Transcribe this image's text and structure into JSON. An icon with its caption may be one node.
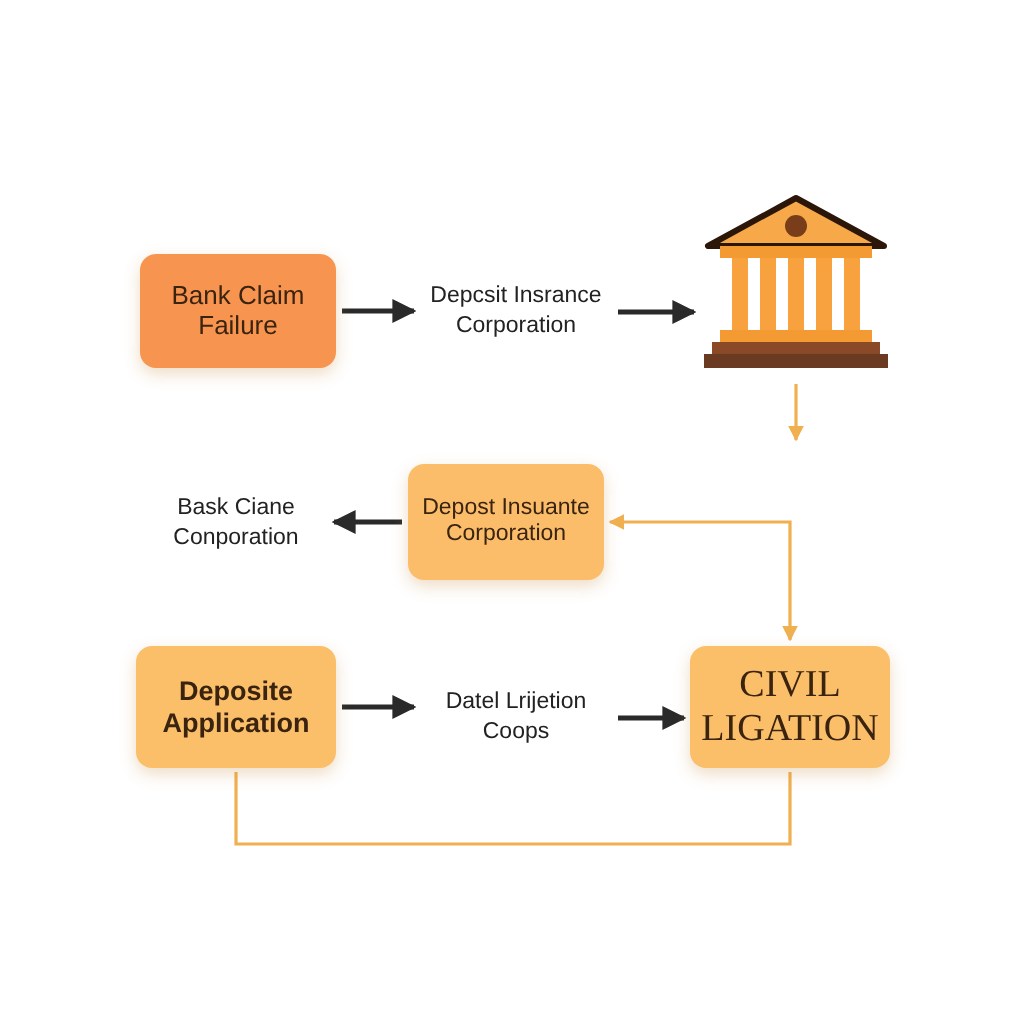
{
  "diagram": {
    "nodes": [
      {
        "text": [
          "Bank Claim Failure"
        ]
      },
      {
        "text": [
          "Depcsit Insrance Corporation"
        ]
      },
      {
        "text": [],
        "shape": "picture"
      },
      {
        "text": [
          "Bask Ciane Conporation"
        ]
      },
      {
        "text": [
          "Depost Insuante Corporation"
        ]
      },
      {
        "text": [
          "Deposite Application"
        ]
      },
      {
        "text": [
          "Datel Lrijetion Coops"
        ]
      },
      {
        "text": [
          "CIVIL LIGATION"
        ]
      }
    ],
    "edges": [
      {
        "from": 0,
        "to": 1,
        "arrow": "to"
      },
      {
        "from": 1,
        "to": 2,
        "arrow": "to"
      },
      {
        "from": 2,
        "to": null,
        "arrow": "to",
        "color": "#f0b050"
      },
      {
        "from": 4,
        "to": 7,
        "arrow": "both",
        "color": "#f0b050"
      },
      {
        "from": 4,
        "to": 3,
        "arrow": "to"
      },
      {
        "from": 5,
        "to": 6,
        "arrow": "to"
      },
      {
        "from": 6,
        "to": 7,
        "arrow": "to"
      },
      {
        "from": 5,
        "to": 7,
        "arrow": "none",
        "color": "#f0b050"
      }
    ]
  }
}
